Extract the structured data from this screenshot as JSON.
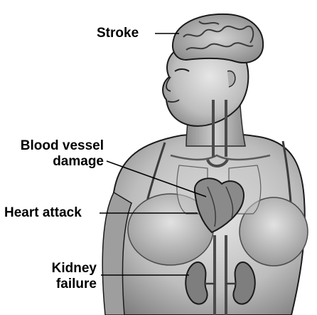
{
  "labels": {
    "stroke": "Stroke",
    "blood_vessel_damage": [
      "Blood vessel",
      "damage"
    ],
    "heart_attack": "Heart attack",
    "kidney_failure": [
      "Kidney",
      "failure"
    ]
  },
  "colors": {
    "background": "#ffffff",
    "skin_light": "#d9d9d9",
    "skin_mid": "#a9a9a9",
    "skin_dark": "#5a5a5a",
    "outline": "#1a1a1a",
    "organ": "#7a7a7a",
    "leader_line": "#000000"
  }
}
